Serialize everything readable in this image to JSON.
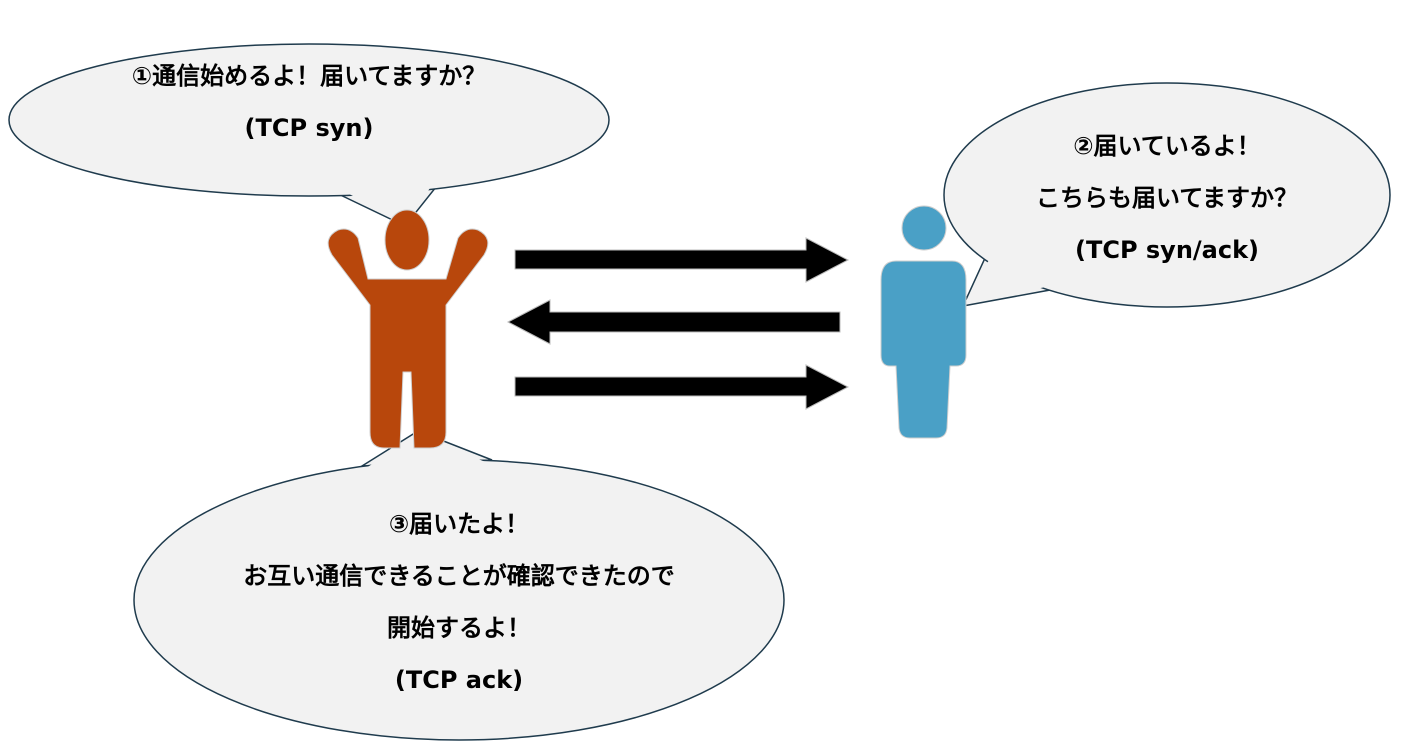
{
  "colors": {
    "sender": "#b8470c",
    "receiver": "#4aa0c6",
    "bubble_fill": "#f2f2f2",
    "bubble_stroke": "#1f3b4d",
    "arrow": "#000000"
  },
  "bubbles": [
    {
      "lines": [
        "①通信始めるよ！届いてますか？",
        "(TCP syn)"
      ]
    },
    {
      "lines": [
        "②届いているよ！",
        "こちらも届いてますか？",
        "(TCP syn/ack)"
      ]
    },
    {
      "lines": [
        "③届いたよ！",
        "お互い通信できることが確認できたので",
        "開始するよ！",
        "(TCP ack)"
      ]
    }
  ],
  "arrows": [
    {
      "direction": "right"
    },
    {
      "direction": "left"
    },
    {
      "direction": "right"
    }
  ]
}
